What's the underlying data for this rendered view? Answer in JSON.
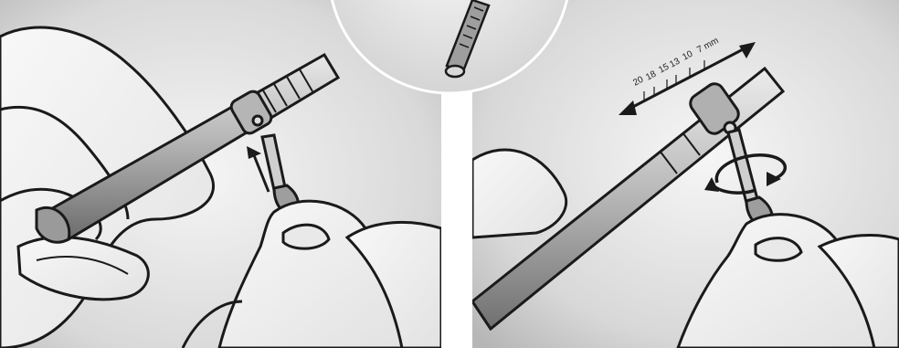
{
  "figure": {
    "left_step": {
      "label": ""
    },
    "right_step": {
      "scale_labels": [
        "20",
        "18",
        "15",
        "13",
        "10",
        "7 mm"
      ]
    }
  },
  "colors": {
    "background_light": "#f4f4f4",
    "background_dark": "#bdbdbd",
    "outline": "#1a1a1a",
    "metal_light": "#e6e6e6",
    "metal_mid": "#a7a7a7",
    "metal_dark": "#6e6e6e"
  }
}
